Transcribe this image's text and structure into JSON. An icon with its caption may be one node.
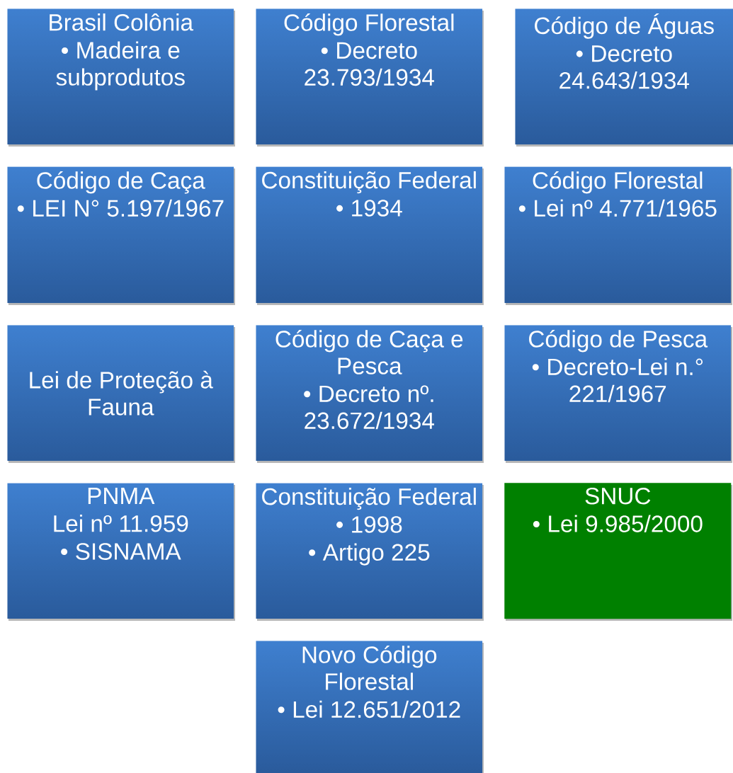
{
  "diagram": {
    "nodes": [
      {
        "text": [
          "Brasil Colônia",
          "• Madeira e subprodutos"
        ]
      },
      {
        "text": [
          "Código Florestal",
          "• Decreto 23.793/1934"
        ]
      },
      {
        "text": [
          "Código de Águas",
          "• Decreto 24.643/1934"
        ]
      },
      {
        "text": [
          "Código de Caça",
          "• LEI N° 5.197/1967"
        ]
      },
      {
        "text": [
          "Constituição Federal",
          "• 1934"
        ]
      },
      {
        "text": [
          "Código Florestal",
          "• Lei nº 4.771/1965"
        ]
      },
      {
        "text": [
          "Lei de Proteção à Fauna"
        ]
      },
      {
        "text": [
          "Código de Caça e Pesca",
          "• Decreto nº. 23.672/1934"
        ]
      },
      {
        "text": [
          "Código de Pesca",
          "• Decreto-Lei n.° 221/1967"
        ]
      },
      {
        "text": [
          "PNMA",
          "Lei nº 11.959",
          "• SISNAMA"
        ]
      },
      {
        "text": [
          "Constituição Federal",
          "• 1998",
          "• Artigo 225"
        ]
      },
      {
        "text": [
          "SNUC",
          "• Lei 9.985/2000"
        ]
      },
      {
        "text": [
          "Novo Código Florestal",
          "• Lei 12.651/2012"
        ]
      }
    ]
  }
}
